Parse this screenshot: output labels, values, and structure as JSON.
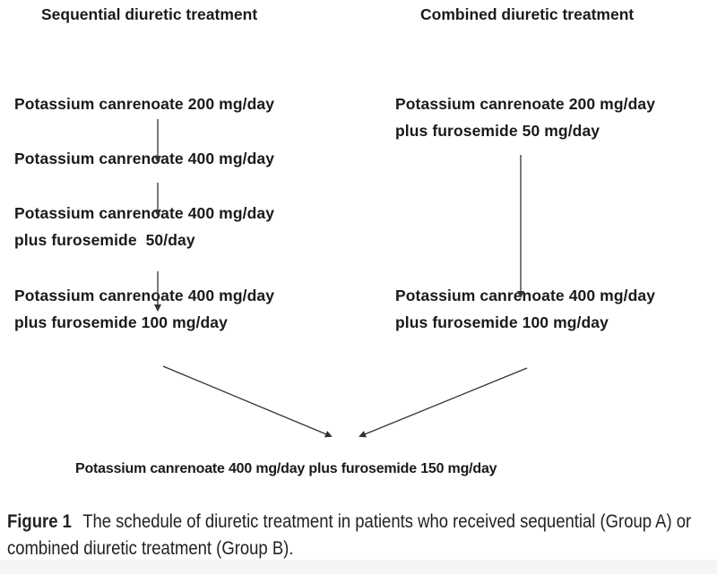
{
  "columns": {
    "left": {
      "header": "Sequential diuretic treatment",
      "steps": [
        {
          "line1": "Potassium canrenoate 200 mg/day",
          "line2": ""
        },
        {
          "line1": "Potassium canrenoate 400 mg/day",
          "line2": ""
        },
        {
          "line1": "Potassium canrenoate 400 mg/day",
          "line2": "plus furosemide  50/day"
        },
        {
          "line1": "Potassium canrenoate 400 mg/day",
          "line2": "plus furosemide 100 mg/day"
        }
      ]
    },
    "right": {
      "header": "Combined diuretic treatment",
      "steps": [
        {
          "line1": "Potassium canrenoate 200 mg/day",
          "line2": "plus furosemide 50 mg/day"
        },
        {
          "line1": "Potassium canrenoate 400 mg/day",
          "line2": "plus furosemide 100 mg/day"
        }
      ]
    }
  },
  "final_step": "Potassium canrenoate 400 mg/day plus furosemide 150 mg/day",
  "caption": {
    "label": "Figure 1",
    "text": "The schedule of diuretic treatment in patients who received sequential (Group A) or combined diuretic treatment (Group B)."
  },
  "colors": {
    "text": "#1a1a1a",
    "arrow": "#333333",
    "background": "#ffffff"
  }
}
